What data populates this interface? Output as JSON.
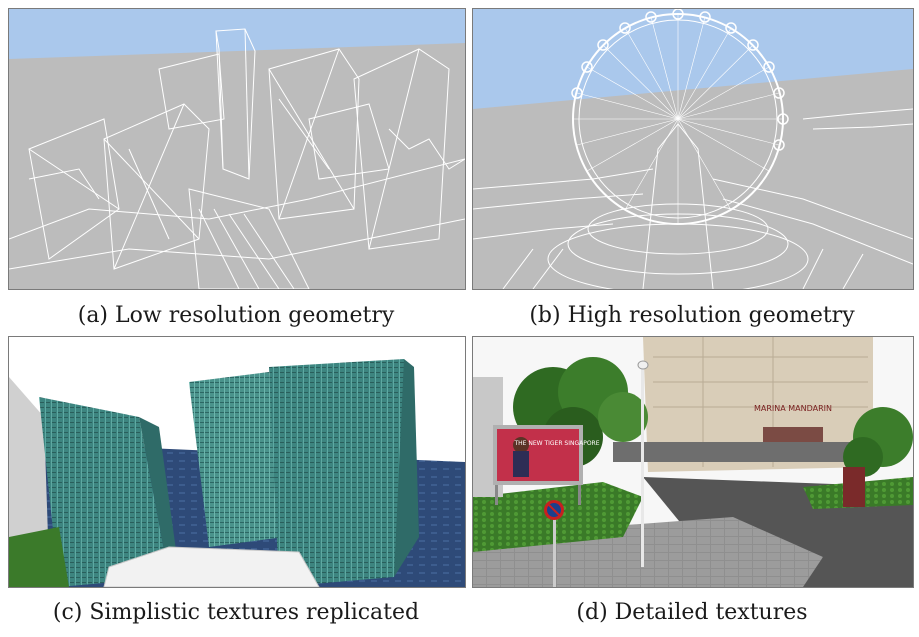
{
  "figure": {
    "panels": [
      {
        "id": "a",
        "caption": "(a) Low resolution geometry"
      },
      {
        "id": "b",
        "caption": "(b) High resolution geometry"
      },
      {
        "id": "c",
        "caption": "(c) Simplistic textures replicated"
      },
      {
        "id": "d",
        "caption": "(d) Detailed textures"
      }
    ],
    "billboard_text": "THE NEW TIGER SINGAPORE",
    "hotel_sign": "MARINA MANDARIN"
  },
  "colors": {
    "sky": "#aac8ec",
    "ground_gray": "#bcbcbc",
    "wire": "#ffffff",
    "water": "#2e4a78",
    "building_teal": "#3f8a86",
    "grass": "#3b7a2a"
  }
}
